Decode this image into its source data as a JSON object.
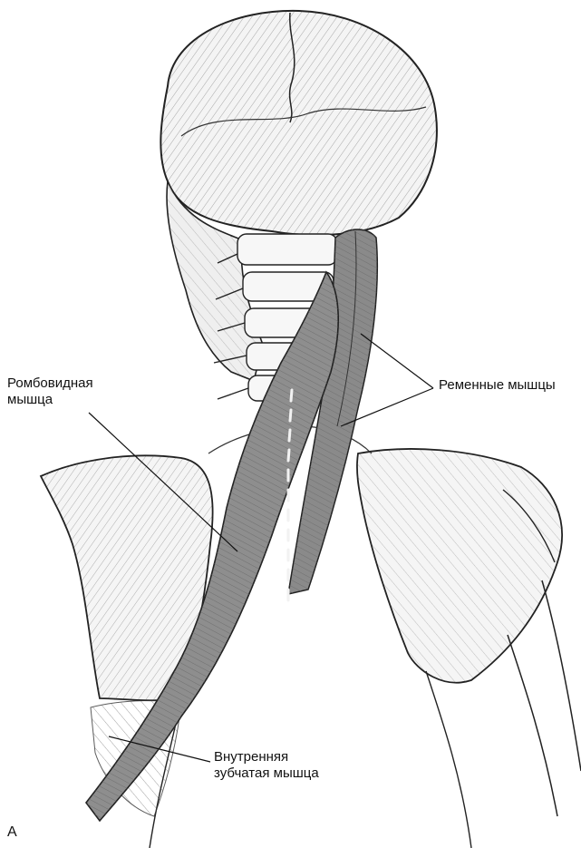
{
  "labels": {
    "rhomboid": [
      "Ромбовидная",
      "мышца"
    ],
    "splenius": "Ременные мышцы",
    "serratus": [
      "Внутренняя",
      "зубчатая мышца"
    ],
    "panel": "А"
  }
}
